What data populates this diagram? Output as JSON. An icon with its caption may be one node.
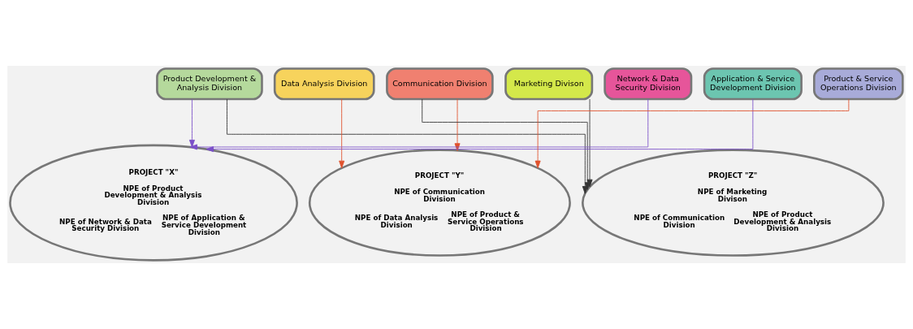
{
  "diagram": {
    "nodes": [
      {
        "text": [
          "Product Development & Analysis Division"
        ]
      },
      {
        "text": [
          "Data Analysis Division"
        ]
      },
      {
        "text": [
          "Communication Division"
        ]
      },
      {
        "text": [
          "Marketing Divison"
        ]
      },
      {
        "text": [
          "Network & Data Security Division"
        ]
      },
      {
        "text": [
          "Application & Service Development Division"
        ]
      },
      {
        "text": [
          "Product & Service Operations Division"
        ]
      },
      {
        "text": [
          "PROJECT \"X\"",
          "NPE of Product Development & Analysis Division",
          "NPE of Network & Data Security Division",
          "NPE of Application & Service Development Division"
        ]
      },
      {
        "text": [
          "PROJECT \"Y\"",
          "NPE of Communication Division",
          "NPE of Data Analysis Division",
          "NPE of Product & Service Operations Division"
        ]
      },
      {
        "text": [
          "PROJECT \"Z\"",
          "NPE of Marketing Divison",
          "NPE of Communication Division",
          "NPE of Product Development & Analysis Division"
        ]
      }
    ],
    "edges": [
      {
        "from": 0,
        "to": 7,
        "arrow": "to",
        "color": "#7b4fc9"
      },
      {
        "from": 4,
        "to": 7,
        "arrow": "to",
        "color": "#7b4fc9"
      },
      {
        "from": 5,
        "to": 7,
        "arrow": "to",
        "color": "#7b4fc9"
      },
      {
        "from": 1,
        "to": 8,
        "arrow": "to",
        "color": "#e0522d"
      },
      {
        "from": 2,
        "to": 8,
        "arrow": "to",
        "color": "#e0522d"
      },
      {
        "from": 6,
        "to": 8,
        "arrow": "to",
        "color": "#e0522d"
      },
      {
        "from": 3,
        "to": 9,
        "arrow": "to",
        "color": "#333333"
      },
      {
        "from": 2,
        "to": 9,
        "arrow": "to",
        "color": "#333333"
      },
      {
        "from": 0,
        "to": 9,
        "arrow": "to",
        "color": "#333333"
      }
    ]
  }
}
